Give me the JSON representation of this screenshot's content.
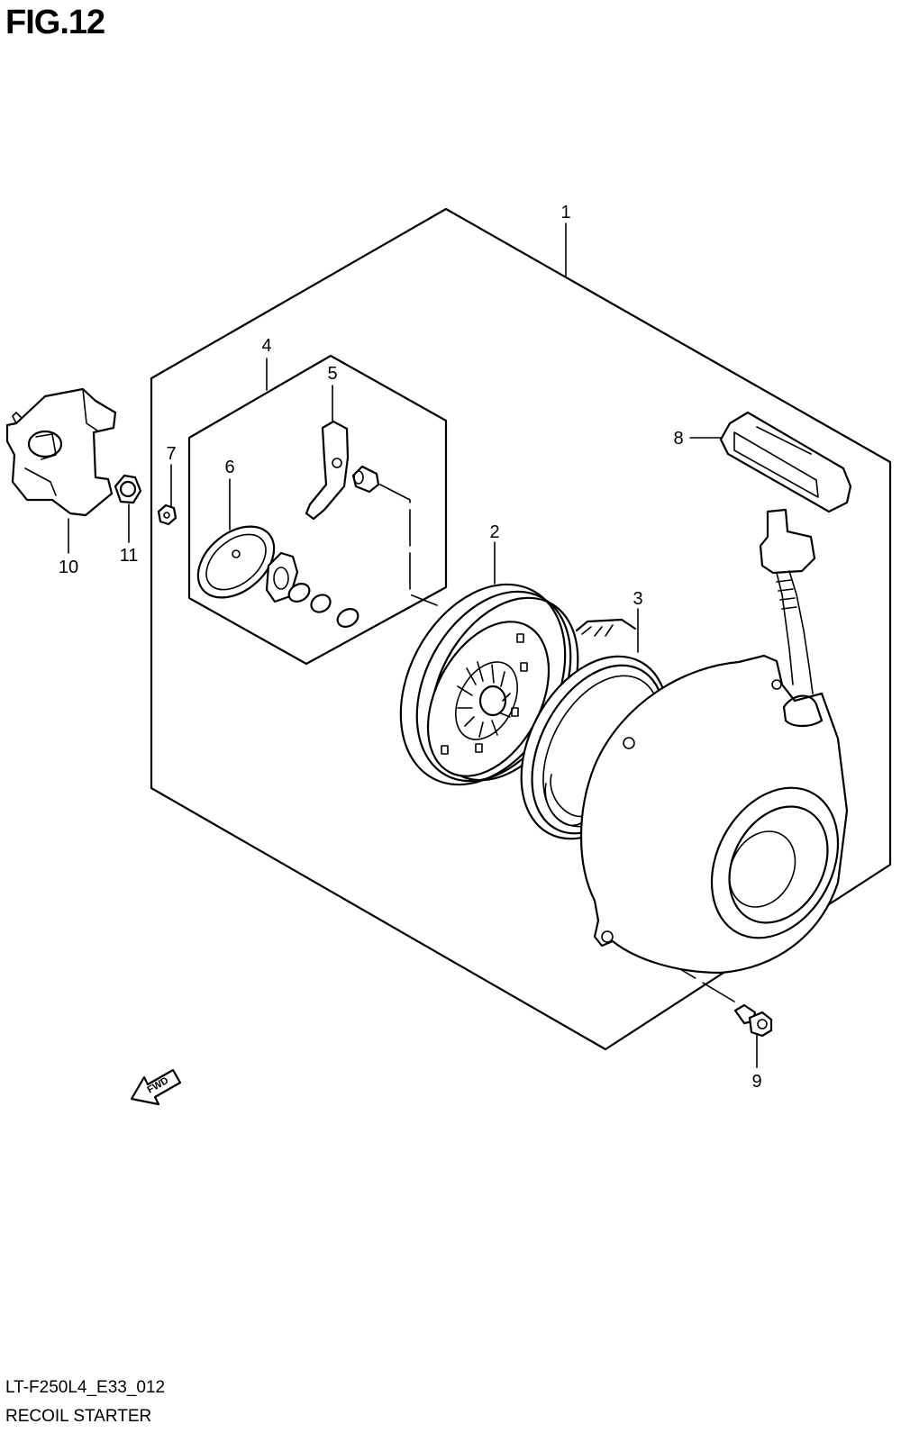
{
  "figure": {
    "title": "FIG.12",
    "code": "LT-F250L4_E33_012",
    "name": "RECOIL STARTER"
  },
  "callouts": [
    {
      "id": "c1",
      "label": "1"
    },
    {
      "id": "c2",
      "label": "2"
    },
    {
      "id": "c3",
      "label": "3"
    },
    {
      "id": "c4",
      "label": "4"
    },
    {
      "id": "c5",
      "label": "5"
    },
    {
      "id": "c6",
      "label": "6"
    },
    {
      "id": "c7",
      "label": "7"
    },
    {
      "id": "c8",
      "label": "8"
    },
    {
      "id": "c9",
      "label": "9"
    },
    {
      "id": "c10",
      "label": "10"
    },
    {
      "id": "c11",
      "label": "11"
    }
  ],
  "fwd_label": "FWD"
}
